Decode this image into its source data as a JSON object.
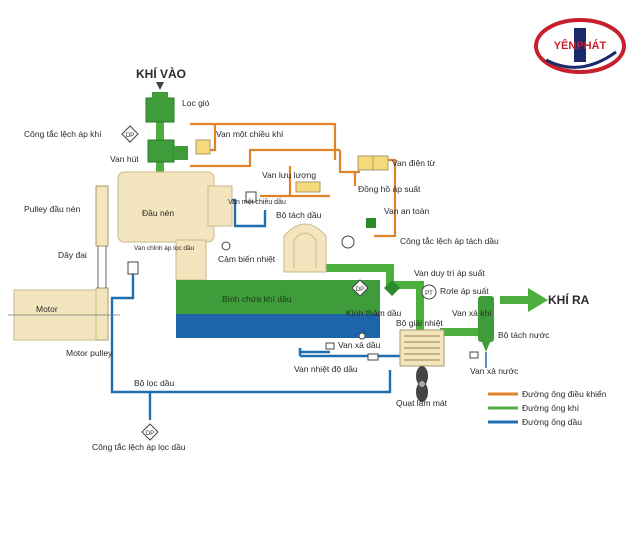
{
  "logo": {
    "text": "YÊNPHÁT"
  },
  "headings": {
    "air_in": "KHÍ VÀO",
    "air_out": "KHÍ RA"
  },
  "labels": {
    "loc_gio": "Lọc gió",
    "cong_tac_lech_ap_khi": "Công tắc lệch áp khí",
    "dp": "DP",
    "pt": "PT",
    "van_mot_chieu_khi": "Van một chiều khí",
    "van_hut": "Van hút",
    "van_dien_tu": "Van điện từ",
    "van_luu_luong": "Van lưu lượng",
    "dong_ho_ap_suat": "Đồng hồ áp suất",
    "pulley_dau_nen": "Pulley đầu nén",
    "dau_nen": "Đầu nén",
    "van_mot_chieu_dau": "Van một chiều dầu",
    "bo_tach_dau": "Bộ tách dầu",
    "van_an_toan": "Van an toàn",
    "day_dai": "Dây đai",
    "van_chinh_ap_loc_dau": "Van chỉnh áp lọc dầu",
    "cam_bien_nhiet": "Cảm biến nhiệt",
    "cong_tac_lech_ap_tach_dau": "Công tắc lệch áp tách dầu",
    "van_duy_tri_ap_suat": "Van duy trì áp suất",
    "role_ap_suat": "Rơle áp suất",
    "motor": "Motor",
    "binh_chua_khi_dau": "Bình chứa khí dầu",
    "kinh_tham_dau": "Kính thăm dầu",
    "van_xa_khi": "Van xả khí",
    "bo_giai_nhiet": "Bộ giải nhiệt",
    "bo_tach_nuoc": "Bộ tách nước",
    "motor_pulley": "Motor pulley",
    "van_xa_dau": "Van xả dầu",
    "van_nhiet_do_dau": "Van nhiệt độ dầu",
    "van_xa_nuoc": "Van xả nước",
    "bo_loc_dau": "Bộ lọc dầu",
    "quat_lam_mat": "Quạt làm mát",
    "cong_tac_lech_ap_loc_dau": "Công tắc lệch áp lọc dầu"
  },
  "legend": [
    {
      "label": "Đường ống điều khiển",
      "color": "#e0822a"
    },
    {
      "label": "Đường ống khí",
      "color": "#4cae3c"
    },
    {
      "label": "Đường ống dầu",
      "color": "#1f6fb0"
    }
  ],
  "colors": {
    "machine": "#f3e6bf",
    "machine_stroke": "#c9b98a",
    "tank_green": "#3f9c3a",
    "tank_blue": "#1d64a8",
    "air_line": "#4cae3c",
    "oil_line": "#1f6fb0",
    "control_line": "#e0822a",
    "logo_red": "#c8202a"
  }
}
